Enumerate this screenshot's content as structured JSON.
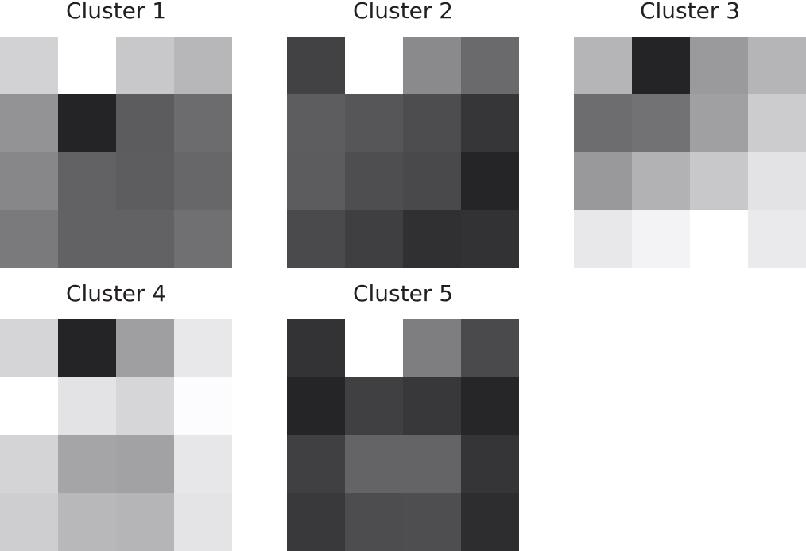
{
  "chart_data": {
    "type": "heatmap",
    "title": "",
    "layout": {
      "rows": 2,
      "cols": 3,
      "grid_size": [
        4,
        4
      ],
      "colormap": "gray",
      "axes": "off",
      "legend": "none"
    },
    "panels": [
      {
        "title": "Cluster 1",
        "values": [
          [
            210,
            255,
            200,
            183
          ],
          [
            147,
            36,
            92,
            108
          ],
          [
            135,
            98,
            93,
            103
          ],
          [
            122,
            98,
            98,
            112
          ]
        ]
      },
      {
        "title": "Cluster 2",
        "values": [
          [
            66,
            255,
            138,
            106
          ],
          [
            93,
            86,
            77,
            54
          ],
          [
            92,
            78,
            73,
            37
          ],
          [
            74,
            63,
            48,
            50
          ]
        ]
      },
      {
        "title": "Cluster 3",
        "values": [
          [
            181,
            36,
            154,
            181
          ],
          [
            109,
            114,
            160,
            204
          ],
          [
            153,
            178,
            200,
            227
          ],
          [
            232,
            243,
            255,
            234
          ]
        ]
      },
      {
        "title": "Cluster 4",
        "values": [
          [
            213,
            36,
            159,
            232
          ],
          [
            255,
            227,
            214,
            252
          ],
          [
            212,
            165,
            162,
            231
          ],
          [
            206,
            184,
            181,
            228
          ]
        ]
      },
      {
        "title": "Cluster 5",
        "values": [
          [
            51,
            255,
            126,
            74
          ],
          [
            37,
            64,
            56,
            38
          ],
          [
            64,
            100,
            100,
            53
          ],
          [
            57,
            77,
            78,
            45
          ]
        ]
      }
    ]
  }
}
